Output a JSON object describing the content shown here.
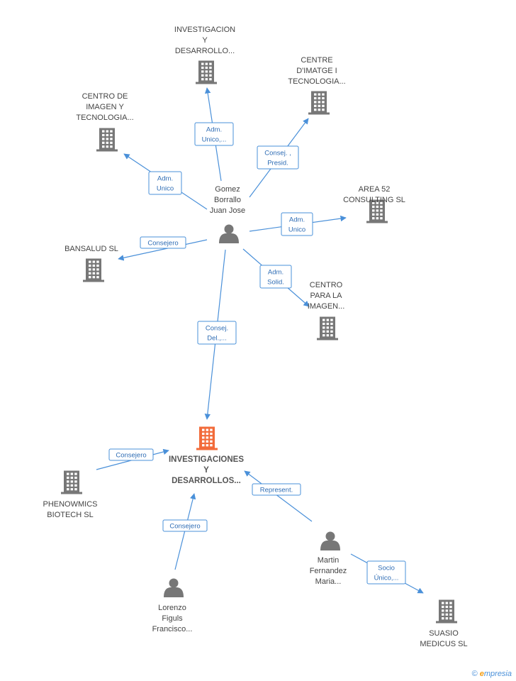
{
  "colors": {
    "edge": "#4a90d9",
    "company": "#777777",
    "focus_company": "#f26b3a",
    "person": "#777777",
    "label": "#444444"
  },
  "nodes": [
    {
      "id": "main",
      "kind": "company-focus",
      "lines": [
        "INVESTIGACIONES",
        "Y",
        "DESARROLLOS..."
      ]
    },
    {
      "id": "gomez",
      "kind": "person",
      "lines": [
        "Gomez",
        "Borrallo",
        "Juan Jose"
      ]
    },
    {
      "id": "invdes",
      "kind": "company",
      "lines": [
        "INVESTIGACION",
        "Y",
        "DESARROLLO..."
      ]
    },
    {
      "id": "centre",
      "kind": "company",
      "lines": [
        "CENTRE",
        "D'IMATGE I",
        "TECNOLOGIA..."
      ]
    },
    {
      "id": "centro1",
      "kind": "company",
      "lines": [
        "CENTRO DE",
        "IMAGEN Y",
        "TECNOLOGIA..."
      ]
    },
    {
      "id": "area52",
      "kind": "company",
      "lines": [
        "AREA 52",
        "CONSULTING SL"
      ]
    },
    {
      "id": "bansalud",
      "kind": "company",
      "lines": [
        "BANSALUD SL"
      ]
    },
    {
      "id": "centro2",
      "kind": "company",
      "lines": [
        "CENTRO",
        "PARA LA",
        "IMAGEN..."
      ]
    },
    {
      "id": "pheno",
      "kind": "company",
      "lines": [
        "PHENOWMICS",
        "BIOTECH SL"
      ]
    },
    {
      "id": "lorenzo",
      "kind": "person",
      "lines": [
        "Lorenzo",
        "Figuls",
        "Francisco..."
      ]
    },
    {
      "id": "martin",
      "kind": "person",
      "lines": [
        "Martin",
        "Fernandez",
        "Maria..."
      ]
    },
    {
      "id": "suasio",
      "kind": "company",
      "lines": [
        "SUASIO",
        "MEDICUS SL"
      ]
    }
  ],
  "edges": [
    {
      "from": "gomez",
      "to": "invdes",
      "label": [
        "Adm.",
        "Unico,..."
      ]
    },
    {
      "from": "gomez",
      "to": "centre",
      "label": [
        "Consej. ,",
        "Presid."
      ]
    },
    {
      "from": "gomez",
      "to": "centro1",
      "label": [
        "Adm.",
        "Unico"
      ]
    },
    {
      "from": "gomez",
      "to": "area52",
      "label": [
        "Adm.",
        "Unico"
      ]
    },
    {
      "from": "gomez",
      "to": "bansalud",
      "label": [
        "Consejero"
      ]
    },
    {
      "from": "gomez",
      "to": "centro2",
      "label": [
        "Adm.",
        "Solid."
      ]
    },
    {
      "from": "gomez",
      "to": "main",
      "label": [
        "Consej.",
        "Del.,..."
      ]
    },
    {
      "from": "pheno",
      "to": "main",
      "label": [
        "Consejero"
      ]
    },
    {
      "from": "lorenzo",
      "to": "main",
      "label": [
        "Consejero"
      ]
    },
    {
      "from": "martin",
      "to": "main",
      "label": [
        "Represent."
      ]
    },
    {
      "from": "martin",
      "to": "suasio",
      "label": [
        "Socio",
        "Único,..."
      ]
    }
  ],
  "footer": {
    "copyright": "©",
    "brand_initial": "e",
    "brand_rest": "mpresia"
  }
}
